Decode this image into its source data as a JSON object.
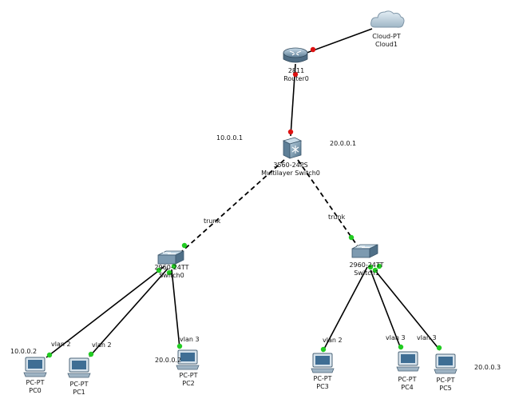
{
  "devices": {
    "cloud": {
      "type": "Cloud-PT",
      "name": "Cloud1"
    },
    "router": {
      "type": "2811",
      "name": "Router0"
    },
    "mls": {
      "type": "3560-24PS",
      "name": "Multilayer Switch0"
    },
    "switch0": {
      "type": "2960-24TT",
      "name": "Switch0"
    },
    "switch1": {
      "type": "2960-24TT",
      "name": "Switch1"
    },
    "pc0": {
      "type": "PC-PT",
      "name": "PC0"
    },
    "pc1": {
      "type": "PC-PT",
      "name": "PC1"
    },
    "pc2": {
      "type": "PC-PT",
      "name": "PC2"
    },
    "pc3": {
      "type": "PC-PT",
      "name": "PC3"
    },
    "pc4": {
      "type": "PC-PT",
      "name": "PC4"
    },
    "pc5": {
      "type": "PC-PT",
      "name": "PC5"
    }
  },
  "ip_labels": {
    "vlan2_gateway": "10.0.0.1",
    "vlan3_gateway": "20.0.0.1",
    "pc0_ip": "10.0.0.2",
    "pc2_ip": "20.0.0.2",
    "pc5_ip": "20.0.0.3"
  },
  "link_labels": {
    "trunk_left": "trunk",
    "trunk_right": "trunk",
    "pc0_vlan": "vlan 2",
    "pc1_vlan": "vlan 2",
    "pc2_vlan": "vlan 3",
    "pc3_vlan": "vlan 2",
    "pc4_vlan": "vlan 3",
    "pc5_vlan": "vlan 3"
  },
  "colors": {
    "link_up": "#22cc22",
    "link_down": "#dd1111",
    "cable": "#000000"
  }
}
